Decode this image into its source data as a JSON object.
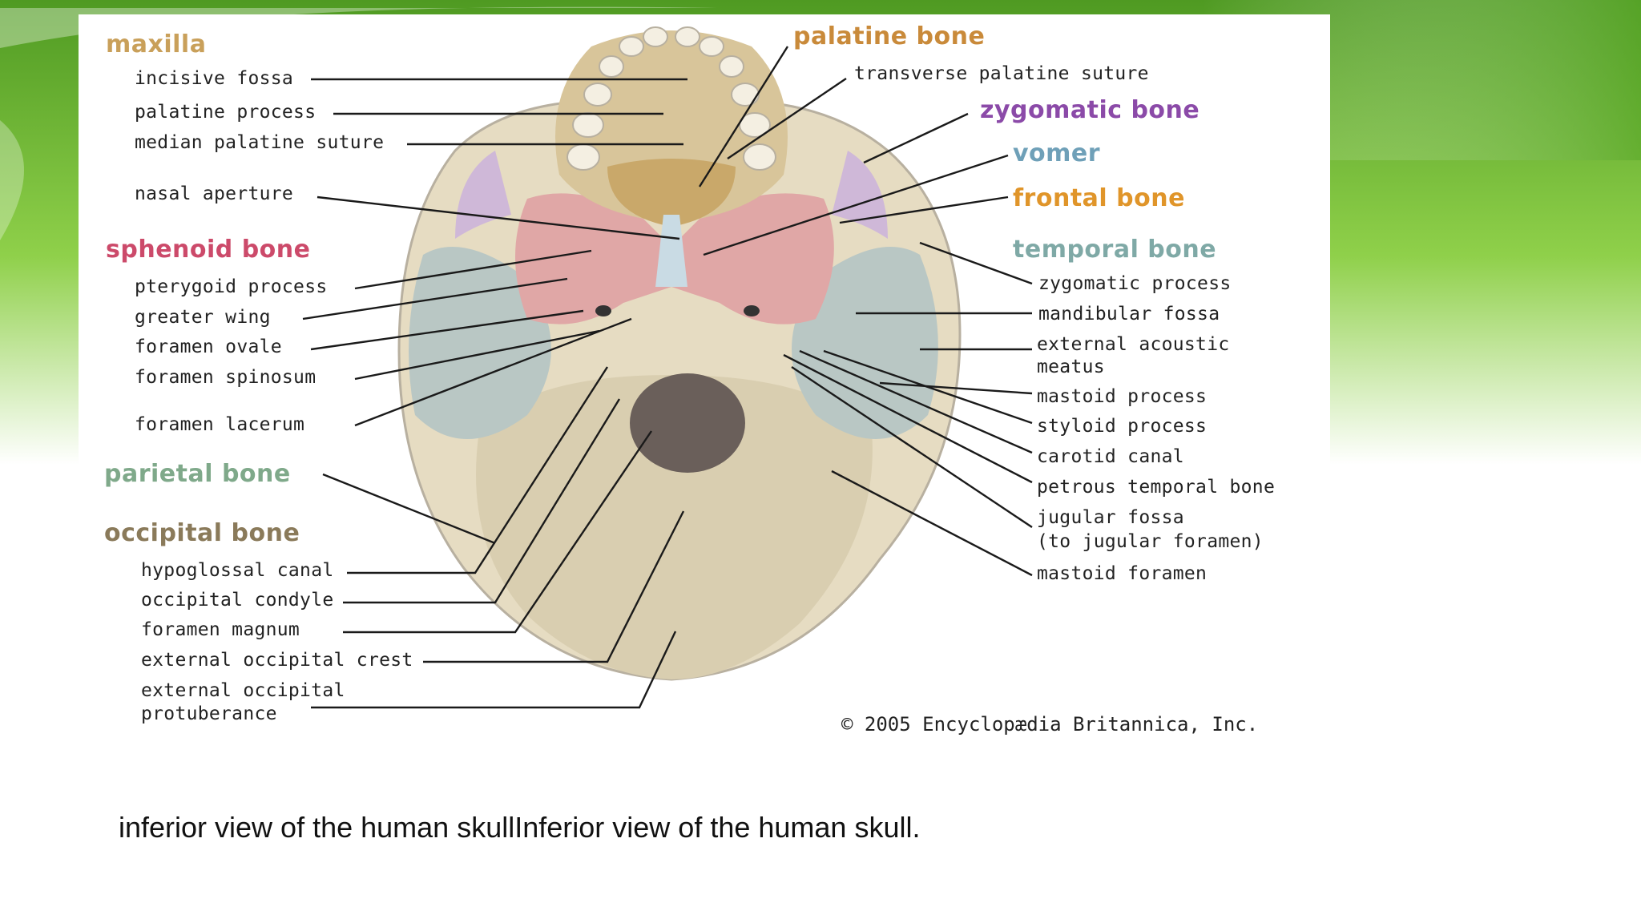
{
  "slide": {
    "caption": "inferior view of the human skullInferior view of the human skull."
  },
  "colors": {
    "maxilla": "#c9a05a",
    "palatine": "#c98a3a",
    "zygomatic": "#8b4aa8",
    "vomer": "#6fa0b8",
    "frontal": "#e0952a",
    "sphenoid": "#cc4a6a",
    "temporal": "#7fa9a6",
    "parietal": "#7fa98a",
    "occipital": "#8a7a5a",
    "background_green": "#6fbf2e"
  },
  "diagram": {
    "bones": {
      "maxilla": "maxilla",
      "palatine": "palatine bone",
      "zygomatic": "zygomatic bone",
      "vomer": "vomer",
      "frontal": "frontal bone",
      "sphenoid": "sphenoid bone",
      "temporal": "temporal bone",
      "parietal": "parietal  bone",
      "occipital": "occipital  bone"
    },
    "labels": {
      "incisive_fossa": "incisive fossa",
      "palatine_process": "palatine process",
      "median_palatine_suture": "median palatine suture",
      "nasal_aperture": "nasal aperture",
      "pterygoid_process": "pterygoid process",
      "greater_wing": "greater  wing",
      "foramen_ovale": "foramen ovale",
      "foramen_spinosum": "foramen spinosum",
      "foramen_lacerum": "foramen lacerum",
      "hypoglossal_canal": "hypoglossal canal",
      "occipital_condyle": "occipital condyle",
      "foramen_magnum": "foramen magnum",
      "external_occipital_crest": "external occipital crest",
      "external_occipital_protuberance_1": "external occipital",
      "external_occipital_protuberance_2": "protuberance",
      "transverse_palatine_suture": "transverse palatine suture",
      "zygomatic_process": "zygomatic process",
      "mandibular_fossa": "mandibular fossa",
      "external_acoustic_meatus_1": "external acoustic",
      "external_acoustic_meatus_2": "meatus",
      "mastoid_process": "mastoid process",
      "styloid_process": "styloid process",
      "carotid_canal": "carotid canal",
      "petrous_temporal_bone": "petrous temporal bone",
      "jugular_fossa_1": "jugular fossa",
      "jugular_fossa_2": "(to jugular foramen)",
      "mastoid_foramen": "mastoid foramen"
    },
    "copyright": "© 2005 Encyclopædia Britannica, Inc."
  }
}
